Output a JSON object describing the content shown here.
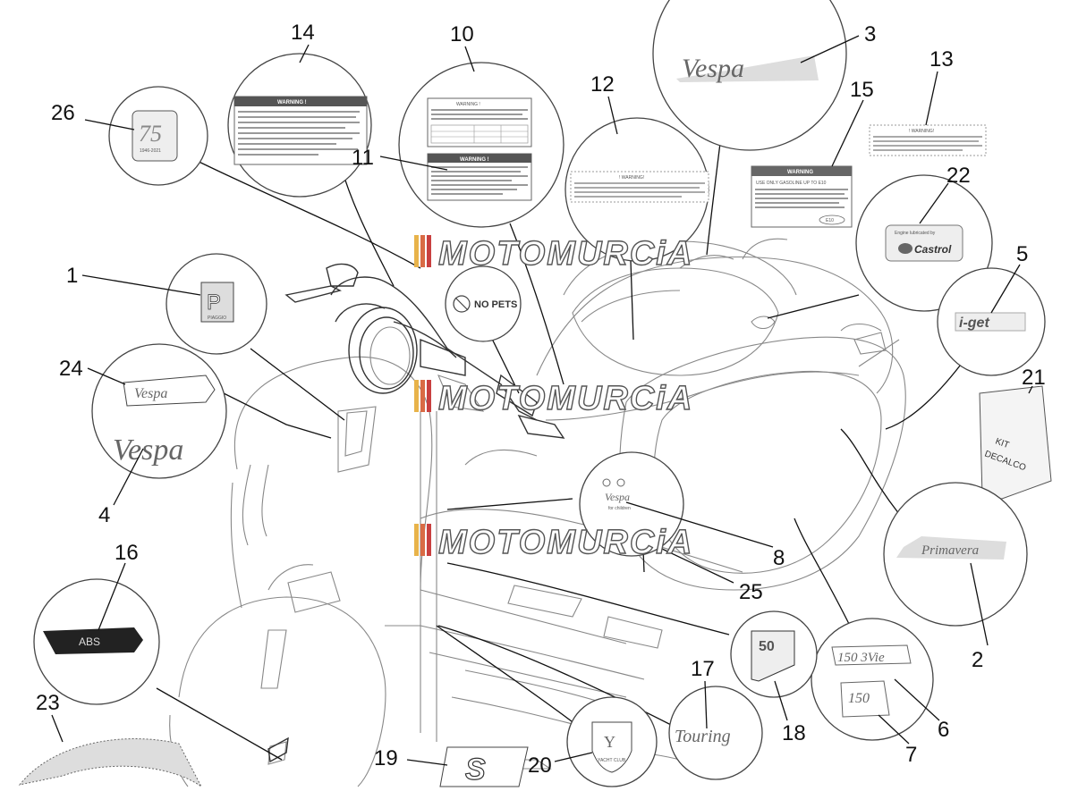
{
  "callouts": {
    "c1": "1",
    "c2": "2",
    "c3": "3",
    "c4": "4",
    "c5": "5",
    "c6": "6",
    "c7": "7",
    "c8": "8",
    "c10": "10",
    "c11": "11",
    "c12": "12",
    "c13": "13",
    "c14": "14",
    "c15": "15",
    "c16": "16",
    "c17": "17",
    "c18": "18",
    "c19": "19",
    "c20": "20",
    "c21": "21",
    "c22": "22",
    "c23": "23",
    "c24": "24",
    "c25": "25",
    "c26": "26"
  },
  "watermark": {
    "text": "MOTOMURCiA"
  },
  "decals": {
    "warning_head": "WARNING !",
    "warning_head_12": "! WARNING!",
    "warning_head_13": "! WARNING!",
    "warning_head_15": "WARNING",
    "fuel_line": "USE ONLY GASOLINE UP TO E10",
    "fuel_code": "E10",
    "no_pets": "NO PETS",
    "castrol_top": "Engine lubricated by",
    "castrol_brand": "Castrol",
    "kit_line1": "KIT",
    "kit_line2": "DECALCO",
    "abs": "ABS",
    "touring": "Touring",
    "primavera": "Primavera",
    "model_150_3vie": "150 3Vie",
    "model_150": "150",
    "yacht_club": "YACHT CLUB",
    "s_badge": "S",
    "vespa": "Vespa",
    "for_children": "for children",
    "piaggio": "PIAGGIO",
    "years_75": "1946-2021",
    "logo_50": "50",
    "jget": "i-get"
  },
  "colors": {
    "line": "#111111",
    "bubble_stroke": "#444444",
    "scooter": "#888888",
    "warning_band": "#555555"
  }
}
